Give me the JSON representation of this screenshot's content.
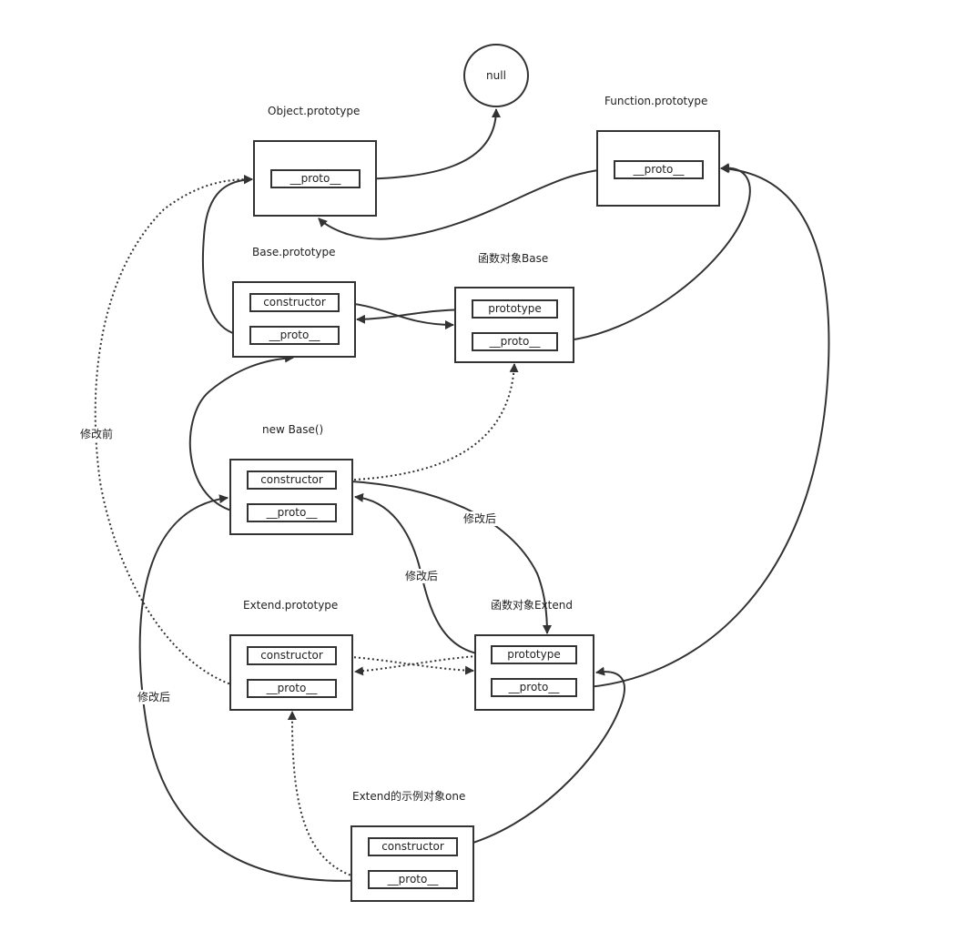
{
  "null_node": "null",
  "object_prototype": {
    "title": "Object.prototype",
    "proto": "__proto__"
  },
  "function_prototype": {
    "title": "Function.prototype",
    "proto": "__proto__"
  },
  "base_prototype": {
    "title": "Base.prototype",
    "constructor": "constructor",
    "proto": "__proto__"
  },
  "function_base": {
    "title": "函数对象Base",
    "prototype": "prototype",
    "proto": "__proto__"
  },
  "new_base": {
    "title": "new Base()",
    "constructor": "constructor",
    "proto": "__proto__"
  },
  "extend_prototype": {
    "title": "Extend.prototype",
    "constructor": "constructor",
    "proto": "__proto__"
  },
  "function_extend": {
    "title": "函数对象Extend",
    "prototype": "prototype",
    "proto": "__proto__"
  },
  "extend_instance": {
    "title": "Extend的示例对象one",
    "constructor": "constructor",
    "proto": "__proto__"
  },
  "notes": {
    "before": "修改前",
    "after_1": "修改后",
    "after_2": "修改后",
    "after_3": "修改后"
  }
}
